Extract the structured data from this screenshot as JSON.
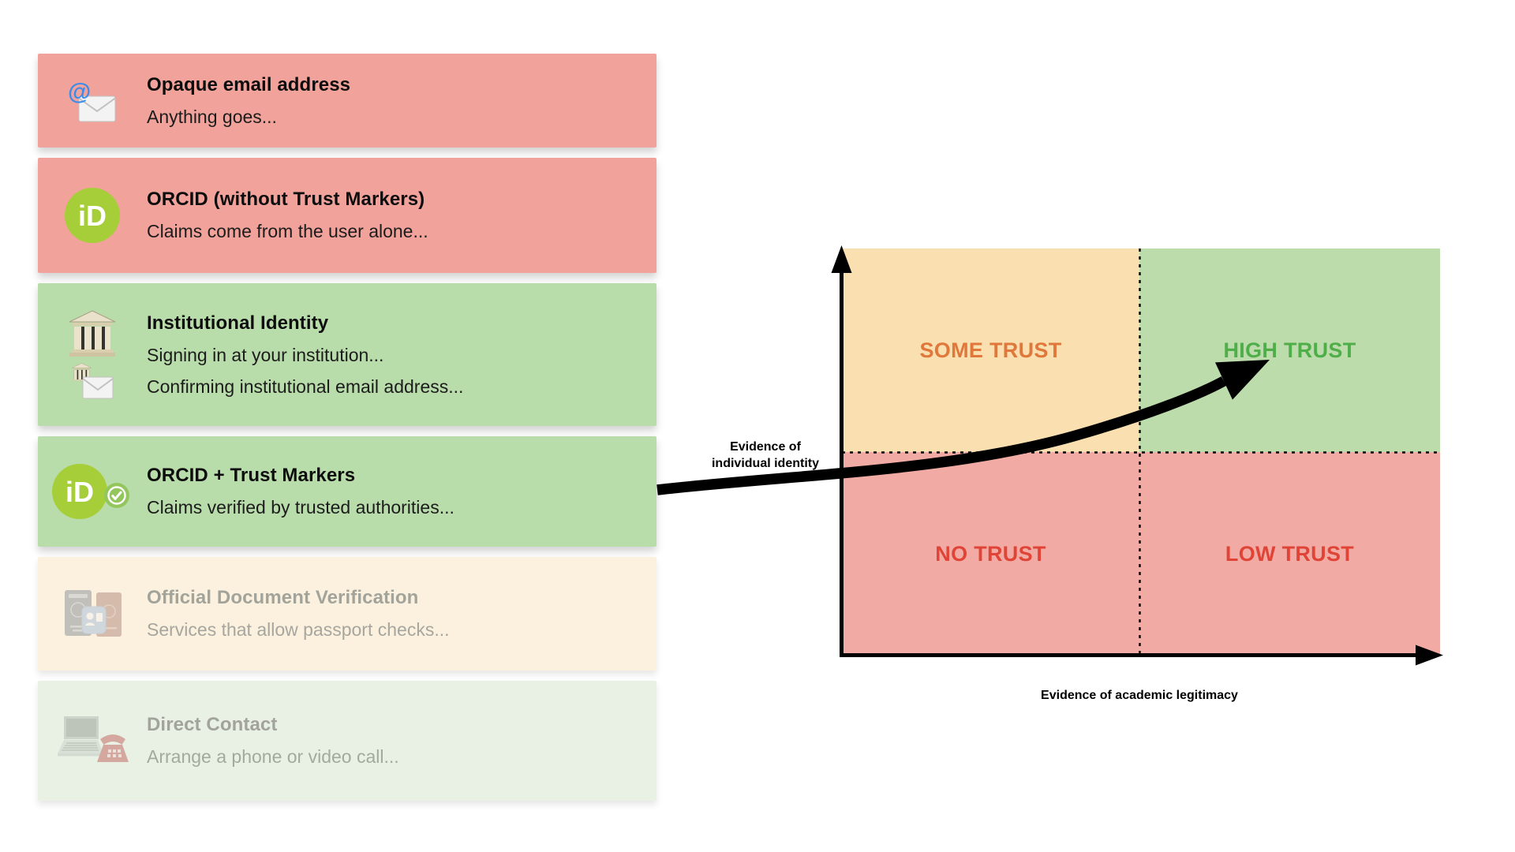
{
  "cards": [
    {
      "title": "Opaque email address",
      "lines": [
        "Anything goes..."
      ],
      "icon": "email-at-icon",
      "tone": "negative"
    },
    {
      "title": "ORCID (without Trust Markers)",
      "lines": [
        "Claims come from the user alone..."
      ],
      "icon": "orcid-icon",
      "tone": "negative"
    },
    {
      "title": "Institutional Identity",
      "lines": [
        "Signing in at your institution...",
        "Confirming institutional email address..."
      ],
      "icon": "institution-icon",
      "tone": "positive"
    },
    {
      "title": "ORCID + Trust Markers",
      "lines": [
        "Claims verified by trusted authorities..."
      ],
      "icon": "orcid-verified-icon",
      "tone": "positive"
    },
    {
      "title": "Official Document Verification",
      "lines": [
        "Services that allow passport checks..."
      ],
      "icon": "passports-icon",
      "tone": "disabled"
    },
    {
      "title": "Direct Contact",
      "lines": [
        "Arrange a phone or video call..."
      ],
      "icon": "laptop-phone-icon",
      "tone": "disabled"
    }
  ],
  "chart": {
    "type": "quadrant",
    "x_axis_label": "Evidence of academic legitimacy",
    "y_axis_label_line1": "Evidence of",
    "y_axis_label_line2": "individual identity",
    "quadrants": [
      {
        "position": "top-left",
        "label": "SOME TRUST",
        "bg": "#fadfb0",
        "label_color": "#e0773b"
      },
      {
        "position": "top-right",
        "label": "HIGH TRUST",
        "bg": "#bcdcab",
        "label_color": "#4fae4a"
      },
      {
        "position": "bottom-left",
        "label": "NO TRUST",
        "bg": "#f2aba4",
        "label_color": "#e04437"
      },
      {
        "position": "bottom-right",
        "label": "LOW TRUST",
        "bg": "#f2aba4",
        "label_color": "#e04437"
      }
    ],
    "annotation_arrow": {
      "from": "ORCID + Trust Markers card",
      "to": "HIGH TRUST quadrant"
    }
  },
  "colors": {
    "card_negative_bg": "#f0a29b",
    "card_positive_bg": "#b9dcab",
    "card_disabled_cream_bg": "#fbf1de",
    "card_disabled_green_bg": "#e8f1e4",
    "disabled_text": "#a3a39c",
    "orcid_green": "#a6ce39",
    "axis_color": "#000000"
  }
}
